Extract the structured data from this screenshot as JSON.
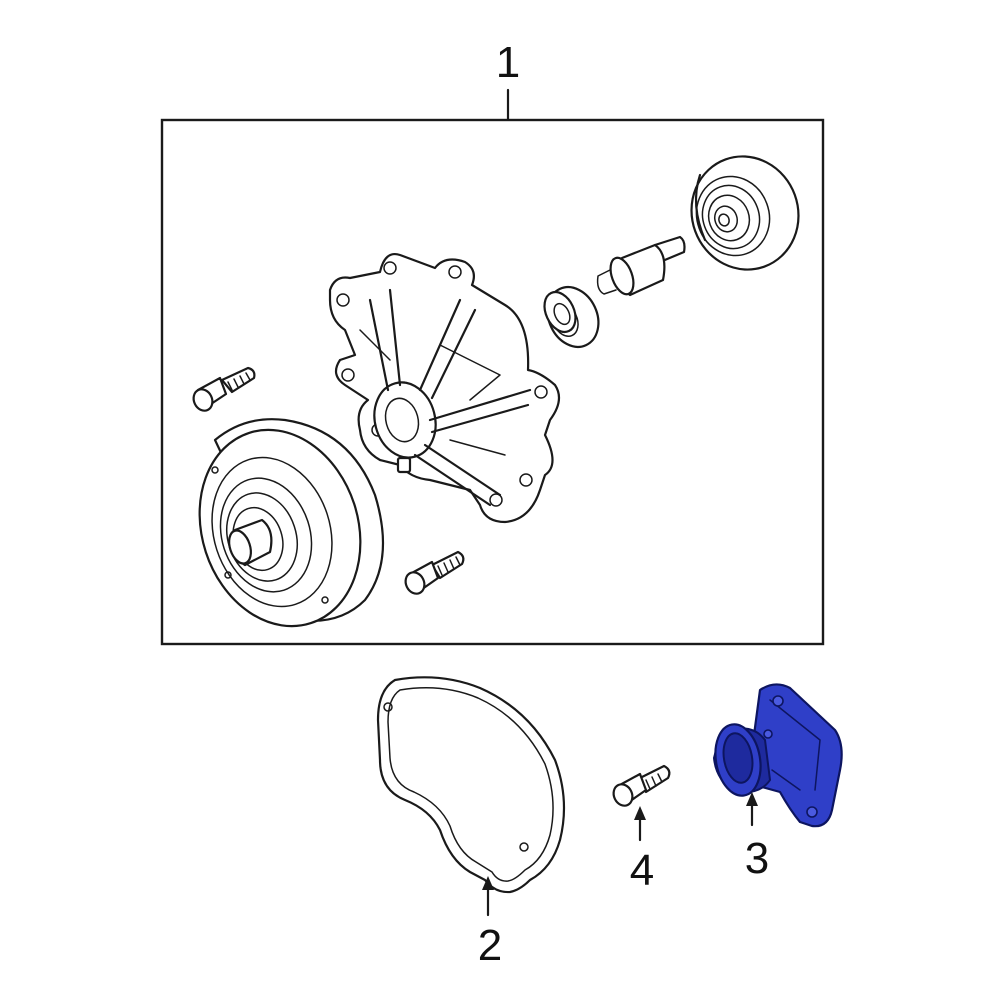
{
  "callouts": {
    "water_pump_assembly": "1",
    "gasket": "2",
    "outlet_housing": "3",
    "bolt": "4"
  },
  "colors": {
    "highlight": "#2f3fc8",
    "line": "#1a1a1a",
    "background": "#ffffff"
  }
}
